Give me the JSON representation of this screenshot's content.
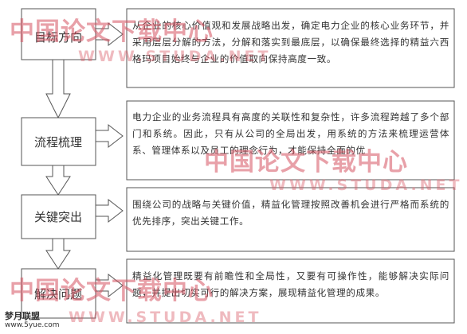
{
  "steps": [
    {
      "label": "目标方向",
      "text": "从企业的核心价值观和发展战略出发，确定电力企业的核心业务环节，并采用层层分解的方法，分解和落实到最底层，以确保最终选择的精益六西格玛项目始终与企业的价值取向保持高度一致。"
    },
    {
      "label": "流程梳理",
      "text": "电力企业的业务流程具有高度的关联性和复杂性，许多流程跨越了多个部门和系统。因此，只有从公司的全局出发，用系统的方法来梳理运营体系、管理体系以及员工的理念行为，才能保持全面的优"
    },
    {
      "label": "关键突出",
      "text": "围绕公司的战略与关键价值，精益化管理按照改善机会进行严格而系统的优先排序，突出关键工作。"
    },
    {
      "label": "解决问题",
      "text": "精益化管理既要有前瞻性和全局性，又要有可操作性，能够解决实际问题，并提出切实可行的解决方案，展现精益化管理的成果。"
    }
  ],
  "watermark": {
    "text_cn": "中国论文下载中心",
    "url": "WWW.STUDA.NET",
    "site_cn": "梦月联盟",
    "site_url": "www.5yue.com"
  },
  "colors": {
    "line": "#555555",
    "watermark": "#d65260"
  }
}
